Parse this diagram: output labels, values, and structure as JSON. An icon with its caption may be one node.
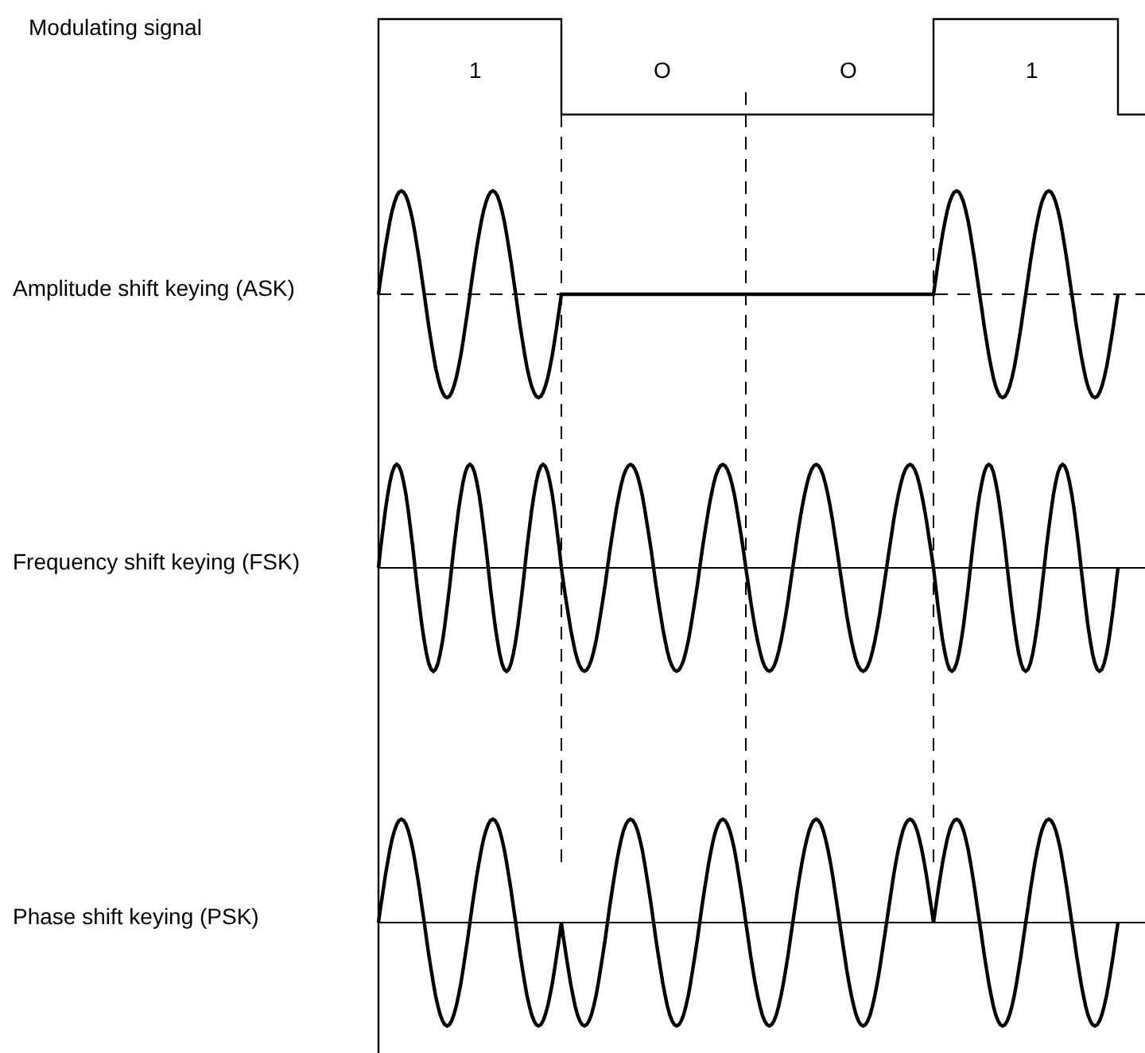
{
  "diagram": {
    "labels": [
      "Modulating signal",
      "1",
      "O",
      "O",
      "1",
      "Amplitude shift keying (ASK)",
      "Frequency shift keying (FSK)",
      "Phase shift keying (PSK)"
    ]
  }
}
